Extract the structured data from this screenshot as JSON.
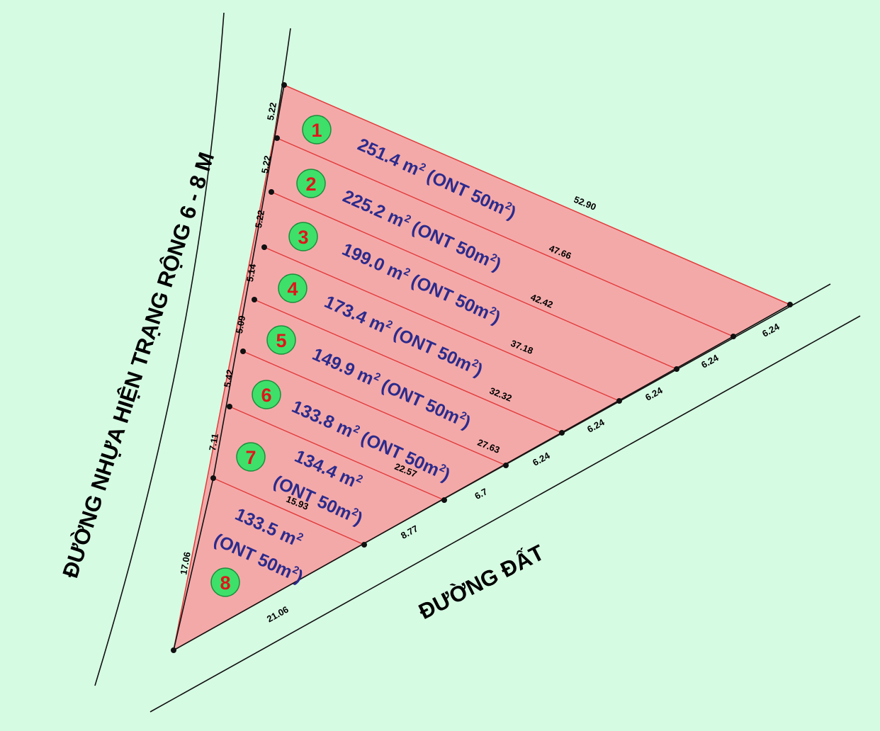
{
  "roads": {
    "left_road": "ĐƯỜNG NHỰA HIỆN TRẠNG RỘNG 6 - 8 M",
    "bottom_road": "ĐƯỜNG ĐẤT"
  },
  "colors": {
    "background": "#d6fbe3",
    "lot_fill": "#f4a9a9",
    "lot_line": "#e23b3b",
    "badge_fill": "#3ee06a",
    "badge_text": "#e0151b",
    "area_text": "#2b2b8c"
  },
  "lots": [
    {
      "number": "1",
      "area": "251.4 m",
      "exp": "2",
      "ont": "(ONT 50m",
      "close": ")"
    },
    {
      "number": "2",
      "area": "225.2 m",
      "exp": "2",
      "ont": "(ONT 50m",
      "close": ")"
    },
    {
      "number": "3",
      "area": "199.0 m",
      "exp": "2",
      "ont": "(ONT 50m",
      "close": ")"
    },
    {
      "number": "4",
      "area": "173.4 m",
      "exp": "2",
      "ont": "(ONT 50m",
      "close": ")"
    },
    {
      "number": "5",
      "area": "149.9 m",
      "exp": "2",
      "ont": "(ONT 50m",
      "close": ")"
    },
    {
      "number": "6",
      "area": "133.8 m",
      "exp": "2",
      "ont": "(ONT 50m",
      "close": ")"
    },
    {
      "number": "7",
      "area": "134.4 m",
      "exp": "2",
      "ont": "(ONT 50m",
      "close": ")"
    },
    {
      "number": "8",
      "area": "133.5 m",
      "exp": "2",
      "ont": "(ONT 50m",
      "close": ")"
    }
  ],
  "dims": {
    "left": [
      "5.22",
      "5.22",
      "5.22",
      "5.14",
      "5.09",
      "5.42",
      "7.11",
      "17.06"
    ],
    "divider": [
      "52.90",
      "47.66",
      "42.42",
      "37.18",
      "32.32",
      "27.63",
      "22.57",
      "15.93"
    ],
    "bottom": [
      "6.24",
      "6.24",
      "6.24",
      "6.24",
      "6.24",
      "6.7",
      "8.77",
      "21.06"
    ]
  }
}
